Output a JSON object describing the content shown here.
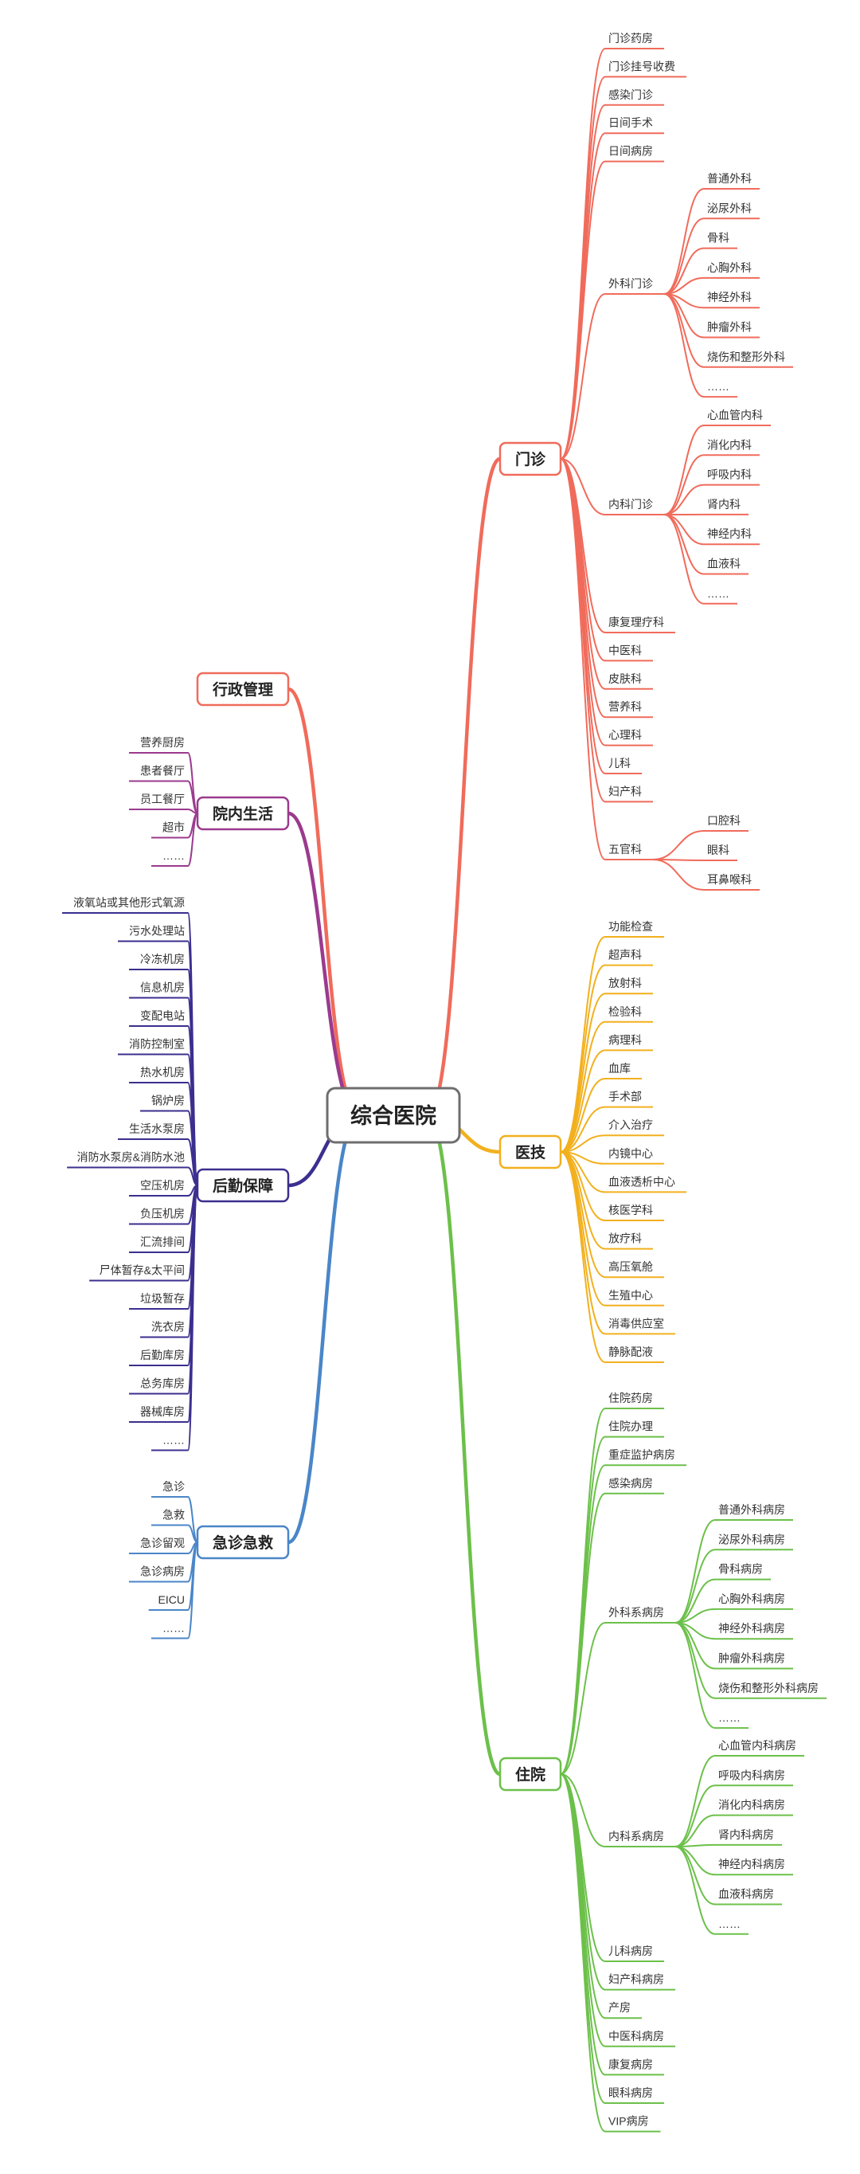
{
  "root": {
    "label": "综合医院"
  },
  "branches": [
    {
      "id": "menzhen",
      "label": "门诊",
      "color": "#f06b5b",
      "items": [
        {
          "label": "门诊药房"
        },
        {
          "label": "门诊挂号收费"
        },
        {
          "label": "感染门诊"
        },
        {
          "label": "日间手术"
        },
        {
          "label": "日间病房"
        },
        {
          "label": "外科门诊",
          "children": [
            "普通外科",
            "泌尿外科",
            "骨科",
            "心胸外科",
            "神经外科",
            "肿瘤外科",
            "烧伤和整形外科",
            "……"
          ]
        },
        {
          "label": "内科门诊",
          "children": [
            "心血管内科",
            "消化内科",
            "呼吸内科",
            "肾内科",
            "神经内科",
            "血液科",
            "……"
          ]
        },
        {
          "label": "康复理疗科"
        },
        {
          "label": "中医科"
        },
        {
          "label": "皮肤科"
        },
        {
          "label": "营养科"
        },
        {
          "label": "心理科"
        },
        {
          "label": "儿科"
        },
        {
          "label": "妇产科"
        },
        {
          "label": "五官科",
          "children": [
            "口腔科",
            "眼科",
            "耳鼻喉科"
          ]
        }
      ]
    },
    {
      "id": "yiji",
      "label": "医技",
      "color": "#f2b01e",
      "items": [
        {
          "label": "功能检查"
        },
        {
          "label": "超声科"
        },
        {
          "label": "放射科"
        },
        {
          "label": "检验科"
        },
        {
          "label": "病理科"
        },
        {
          "label": "血库"
        },
        {
          "label": "手术部"
        },
        {
          "label": "介入治疗"
        },
        {
          "label": "内镜中心"
        },
        {
          "label": "血液透析中心"
        },
        {
          "label": "核医学科"
        },
        {
          "label": "放疗科"
        },
        {
          "label": "高压氧舱"
        },
        {
          "label": "生殖中心"
        },
        {
          "label": "消毒供应室"
        },
        {
          "label": "静脉配液"
        }
      ]
    },
    {
      "id": "zhuyuan",
      "label": "住院",
      "color": "#6cc04a",
      "items": [
        {
          "label": "住院药房"
        },
        {
          "label": "住院办理"
        },
        {
          "label": "重症监护病房"
        },
        {
          "label": "感染病房"
        },
        {
          "label": "外科系病房",
          "children": [
            "普通外科病房",
            "泌尿外科病房",
            "骨科病房",
            "心胸外科病房",
            "神经外科病房",
            "肿瘤外科病房",
            "烧伤和整形外科病房",
            "……"
          ]
        },
        {
          "label": "内科系病房",
          "children": [
            "心血管内科病房",
            "呼吸内科病房",
            "消化内科病房",
            "肾内科病房",
            "神经内科病房",
            "血液科病房",
            "……"
          ]
        },
        {
          "label": "儿科病房"
        },
        {
          "label": "妇产科病房"
        },
        {
          "label": "产房"
        },
        {
          "label": "中医科病房"
        },
        {
          "label": "康复病房"
        },
        {
          "label": "眼科病房"
        },
        {
          "label": "VIP病房"
        }
      ]
    },
    {
      "id": "xingzheng",
      "label": "行政管理",
      "color": "#f06b5b",
      "items": []
    },
    {
      "id": "yuannei",
      "label": "院内生活",
      "color": "#9b3a8e",
      "items": [
        {
          "label": "营养厨房"
        },
        {
          "label": "患者餐厅"
        },
        {
          "label": "员工餐厅"
        },
        {
          "label": "超市"
        },
        {
          "label": "……"
        }
      ]
    },
    {
      "id": "houqin",
      "label": "后勤保障",
      "color": "#3b2f8f",
      "items": [
        {
          "label": "液氧站或其他形式氧源"
        },
        {
          "label": "污水处理站"
        },
        {
          "label": "冷冻机房"
        },
        {
          "label": "信息机房"
        },
        {
          "label": "变配电站"
        },
        {
          "label": "消防控制室"
        },
        {
          "label": "热水机房"
        },
        {
          "label": "锅炉房"
        },
        {
          "label": "生活水泵房"
        },
        {
          "label": "消防水泵房&消防水池"
        },
        {
          "label": "空压机房"
        },
        {
          "label": "负压机房"
        },
        {
          "label": "汇流排间"
        },
        {
          "label": "尸体暂存&太平间"
        },
        {
          "label": "垃圾暂存"
        },
        {
          "label": "洗衣房"
        },
        {
          "label": "后勤库房"
        },
        {
          "label": "总务库房"
        },
        {
          "label": "器械库房"
        },
        {
          "label": "……"
        }
      ]
    },
    {
      "id": "jizhen",
      "label": "急诊急救",
      "color": "#4a86c8",
      "items": [
        {
          "label": "急诊"
        },
        {
          "label": "急救"
        },
        {
          "label": "急诊留观"
        },
        {
          "label": "急诊病房"
        },
        {
          "label": "EICU"
        },
        {
          "label": "……"
        }
      ]
    }
  ]
}
